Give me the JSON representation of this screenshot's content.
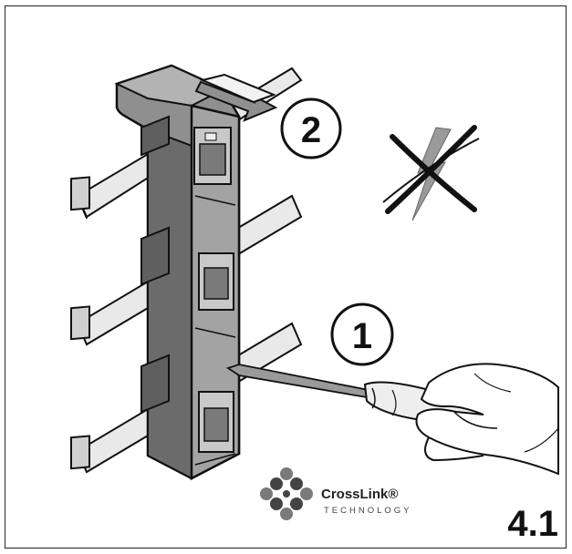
{
  "steps": {
    "step1_label": "1",
    "step2_label": "2"
  },
  "figure": {
    "number": "4.1"
  },
  "logo": {
    "brand": "CrossLink®",
    "tagline": "TECHNOLOGY"
  },
  "colors": {
    "bracket_gray": "#8f8f8f",
    "bracket_dark": "#5f5f5f",
    "bracket_light": "#b3b3b3",
    "rail_wood": "#e9e9e9",
    "logo_gray": "#7a7a7a"
  },
  "icons": {
    "warning": "no-impact-force-icon",
    "tool": "screwdriver-icon",
    "hand": "hand-icon"
  }
}
